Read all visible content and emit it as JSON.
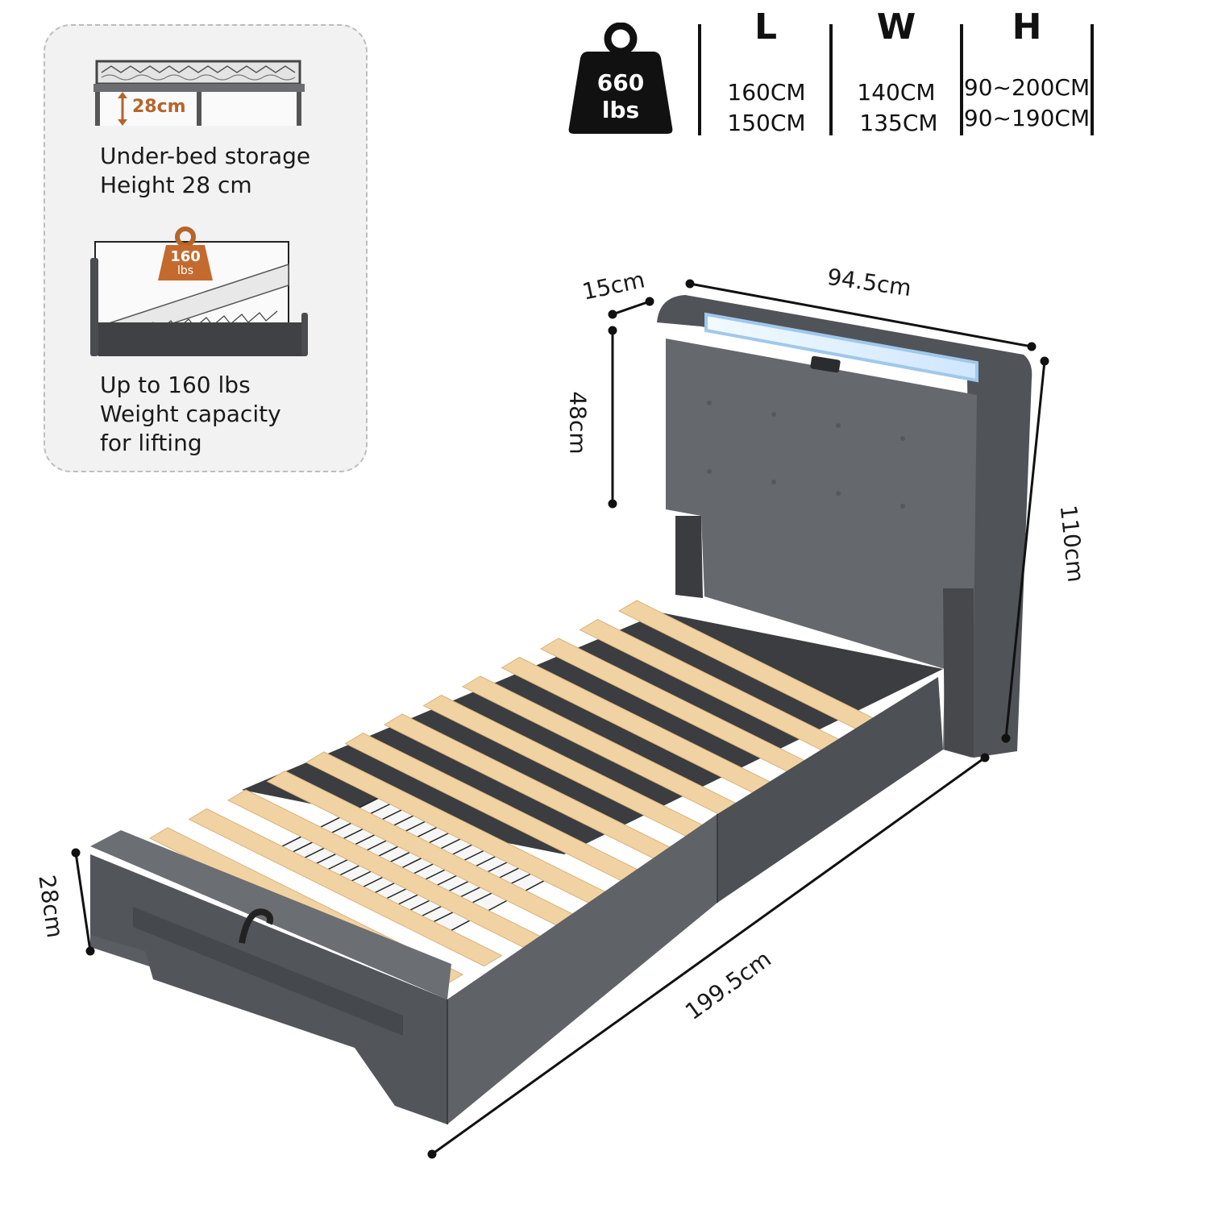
{
  "features": [
    {
      "badge": "28cm",
      "text": "Under-bed storage\nHeight 28 cm"
    },
    {
      "badge_value": "160",
      "badge_unit": "lbs",
      "text": "Up to 160 lbs\nWeight capacity\nfor lifting"
    }
  ],
  "capacity": {
    "value": "660",
    "unit": "lbs"
  },
  "specs": [
    {
      "header": "L",
      "values": [
        "160CM",
        "150CM"
      ]
    },
    {
      "header": "W",
      "values": [
        "140CM",
        "135CM"
      ]
    },
    {
      "header": "H",
      "values": [
        "90~200CM",
        "90~190CM"
      ]
    }
  ],
  "dimensions": {
    "headboard_depth": "15cm",
    "width": "94.5cm",
    "headboard_panel_height": "48cm",
    "total_height": "110cm",
    "base_height": "28cm",
    "length": "199.5cm"
  },
  "colors": {
    "fabric": "#5a5d62",
    "slat": "#f1d3a3",
    "led": "#dff0ff",
    "accent": "#b5652a"
  }
}
